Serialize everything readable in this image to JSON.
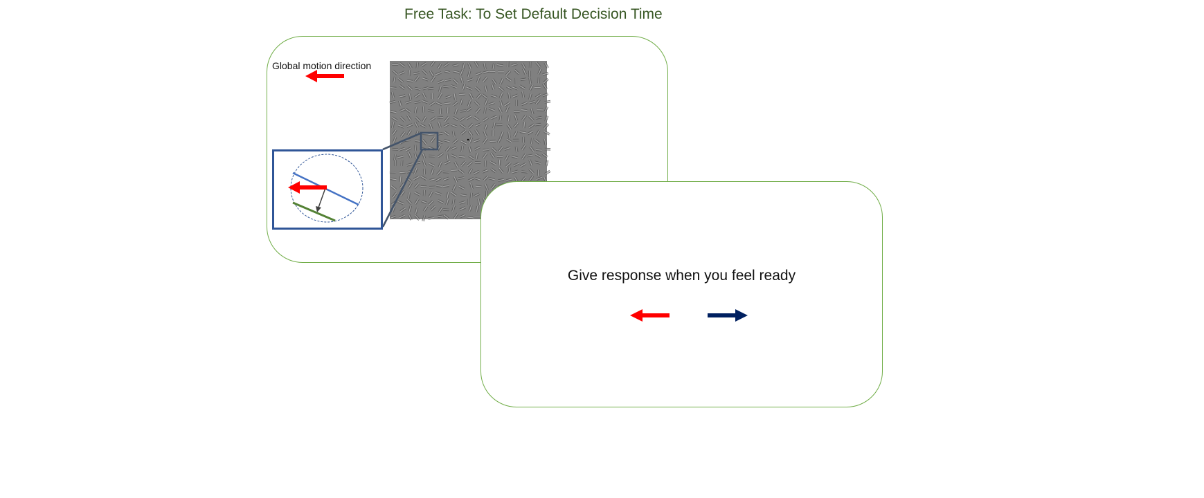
{
  "title": "Free Task: To Set Default Decision Time",
  "stimulus_panel": {
    "label": "Global motion direction",
    "direction_arrow": "left-arrow-icon",
    "stimulus": "gabor-array-image",
    "zoom": "zoom-inset"
  },
  "response_panel": {
    "prompt": "Give response when you feel ready",
    "options": [
      "left-arrow-icon",
      "right-arrow-icon"
    ]
  },
  "colors": {
    "title": "#375623",
    "card_border": "#70ad47",
    "red_arrow": "#ff0000",
    "navy_arrow": "#002060",
    "inset_border": "#2f5597",
    "blue_line": "#4472c4",
    "green_line": "#548235",
    "stimulus_bg": "#808080"
  }
}
